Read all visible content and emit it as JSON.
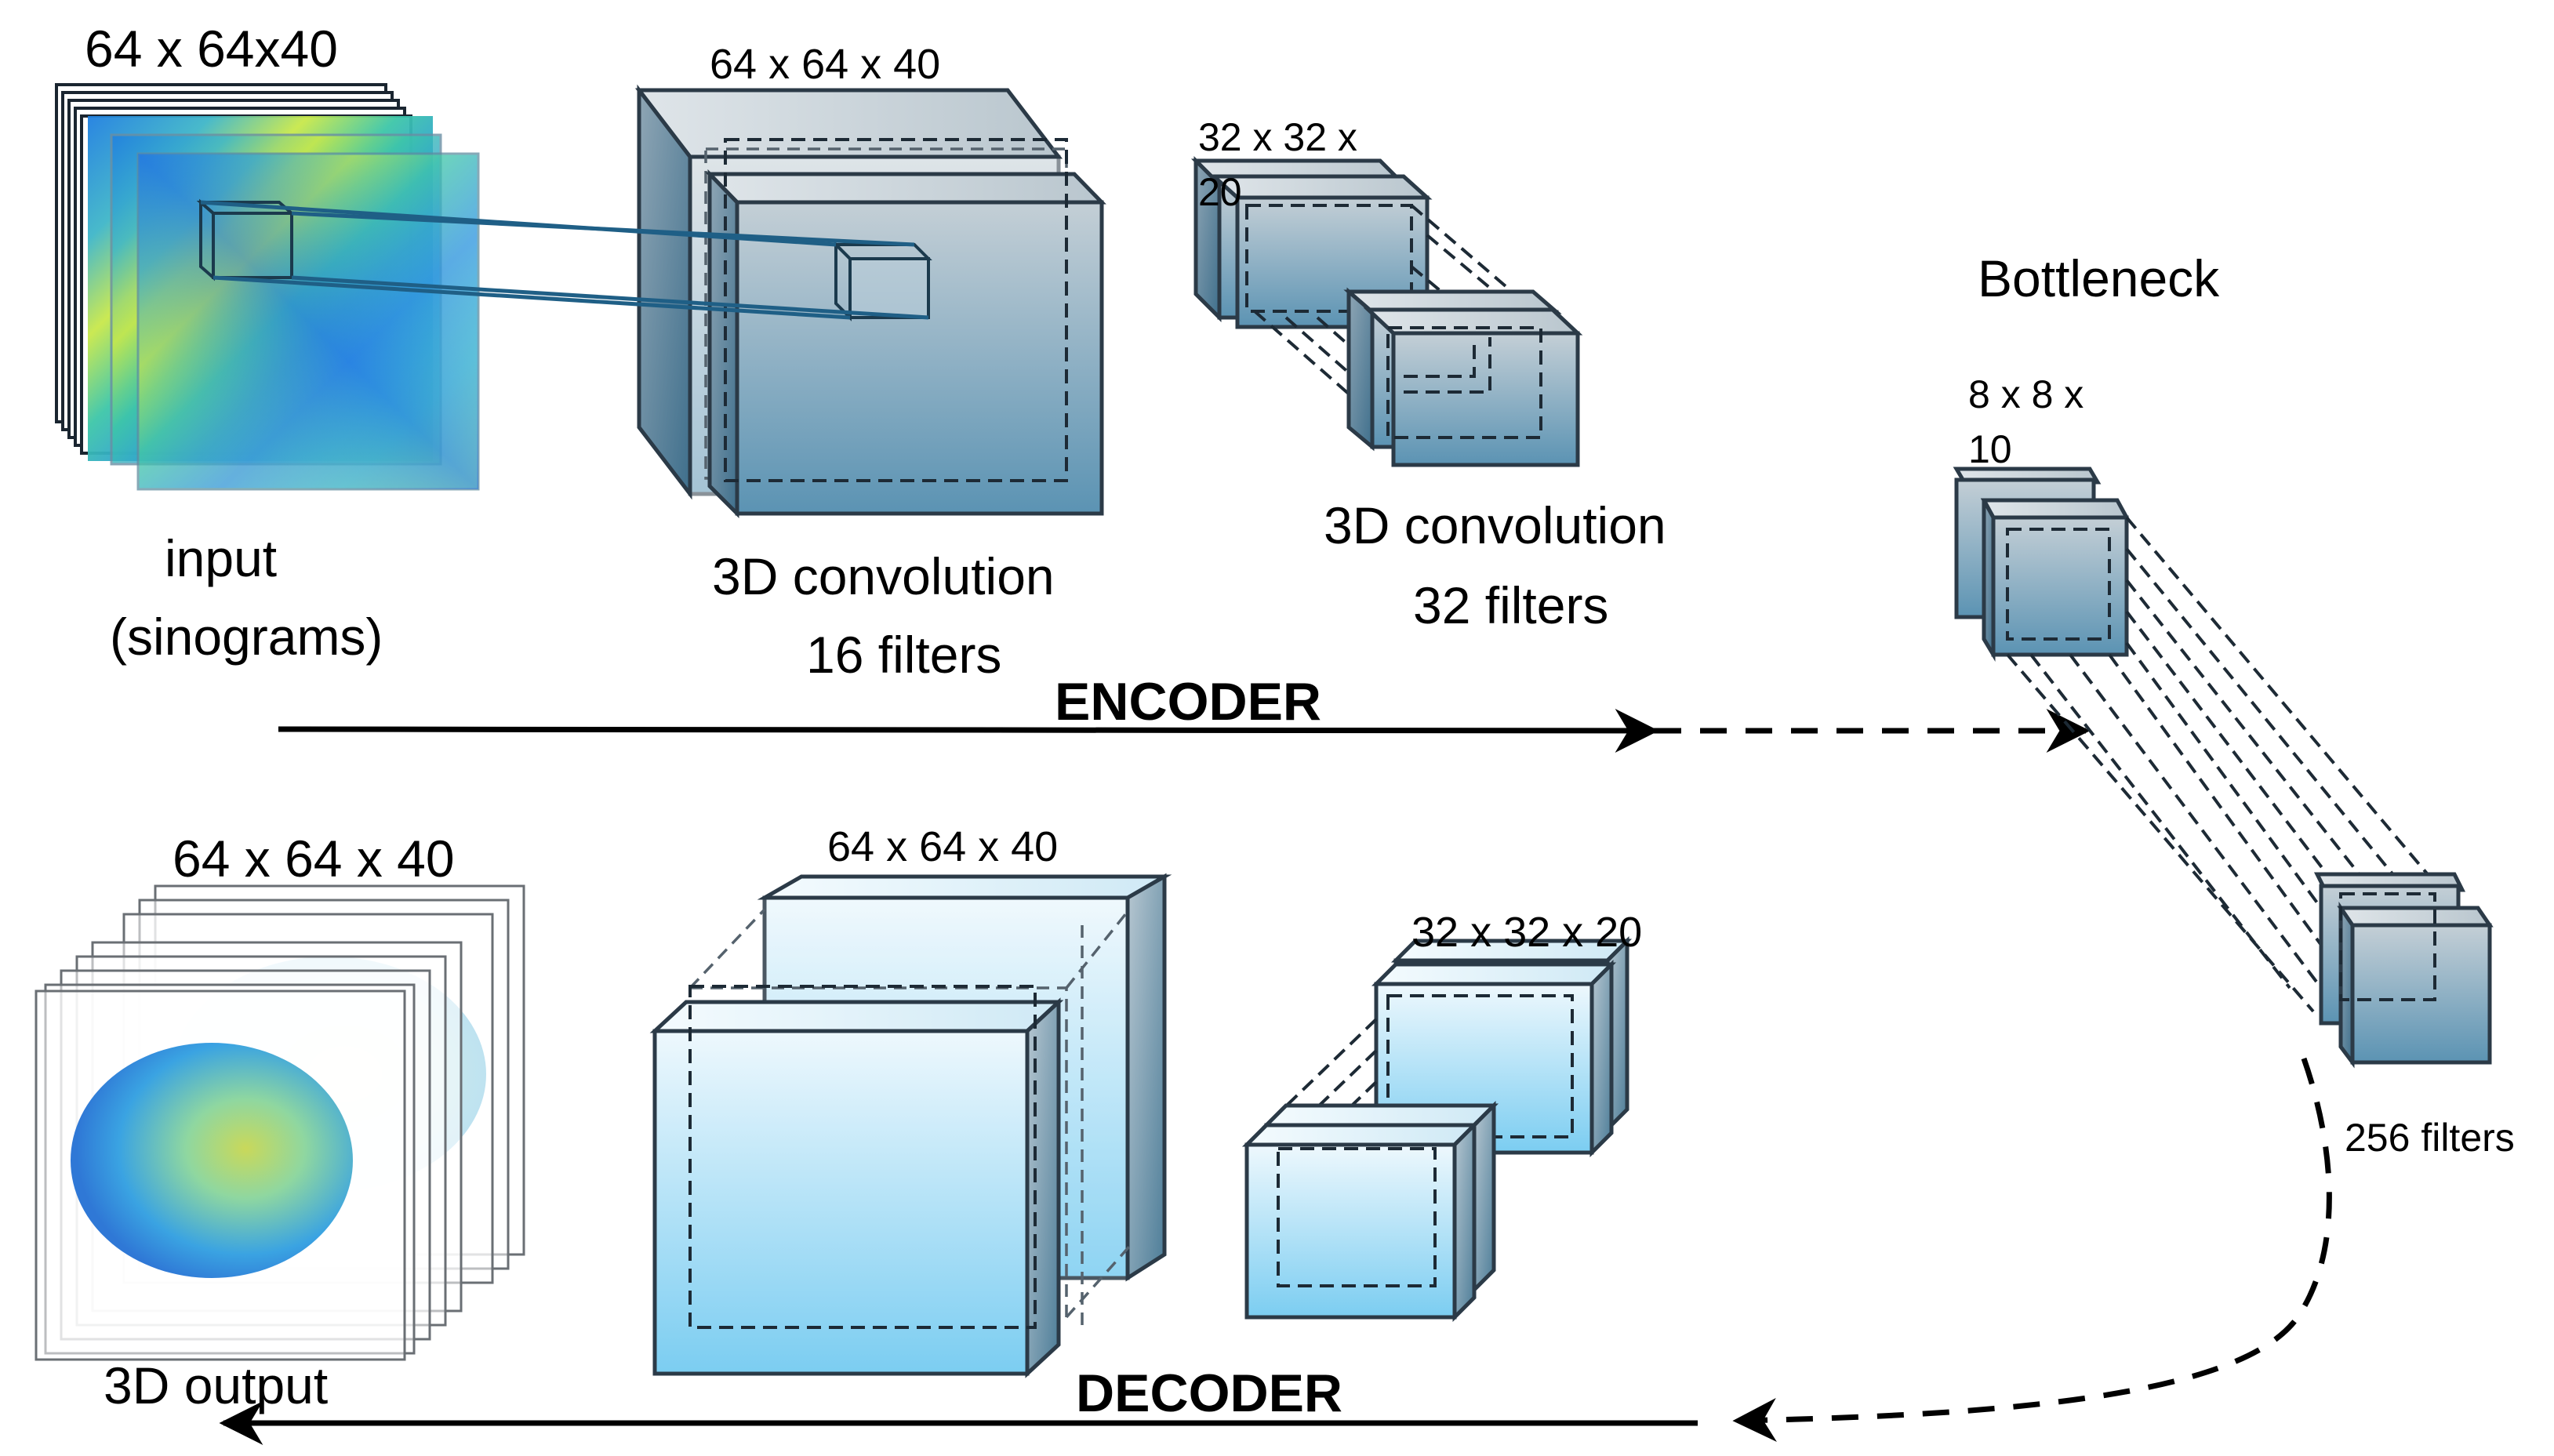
{
  "encoder": {
    "label": "ENCODER",
    "input": {
      "dims": "64 x 64x40",
      "label_line1": "input",
      "label_line2": "(sinograms)"
    },
    "conv1": {
      "dims": "64 x 64 x 40",
      "label_line1": "3D convolution",
      "label_line2": "16 filters"
    },
    "conv2": {
      "dims_line1": "32 x 32 x",
      "dims_line2": "20",
      "label_line1": "3D convolution",
      "label_line2": "32 filters"
    }
  },
  "bottleneck": {
    "title": "Bottleneck",
    "dims_line1": "8 x 8 x",
    "dims_line2": "10",
    "filters": "256 filters"
  },
  "decoder": {
    "label": "DECODER",
    "deconv2": {
      "dims": "32 x 32 x 20"
    },
    "deconv1": {
      "dims": "64 x 64 x 40"
    },
    "output": {
      "dims": "64 x 64 x 40",
      "label": "3D output"
    }
  },
  "colors": {
    "encoder_block_top": "#c4cfd6",
    "encoder_block_bottom": "#5b93b3",
    "decoder_block_top": "#eaf6fd",
    "decoder_block_bottom": "#7bcdf1",
    "projection_lines": "#1f5f86"
  }
}
